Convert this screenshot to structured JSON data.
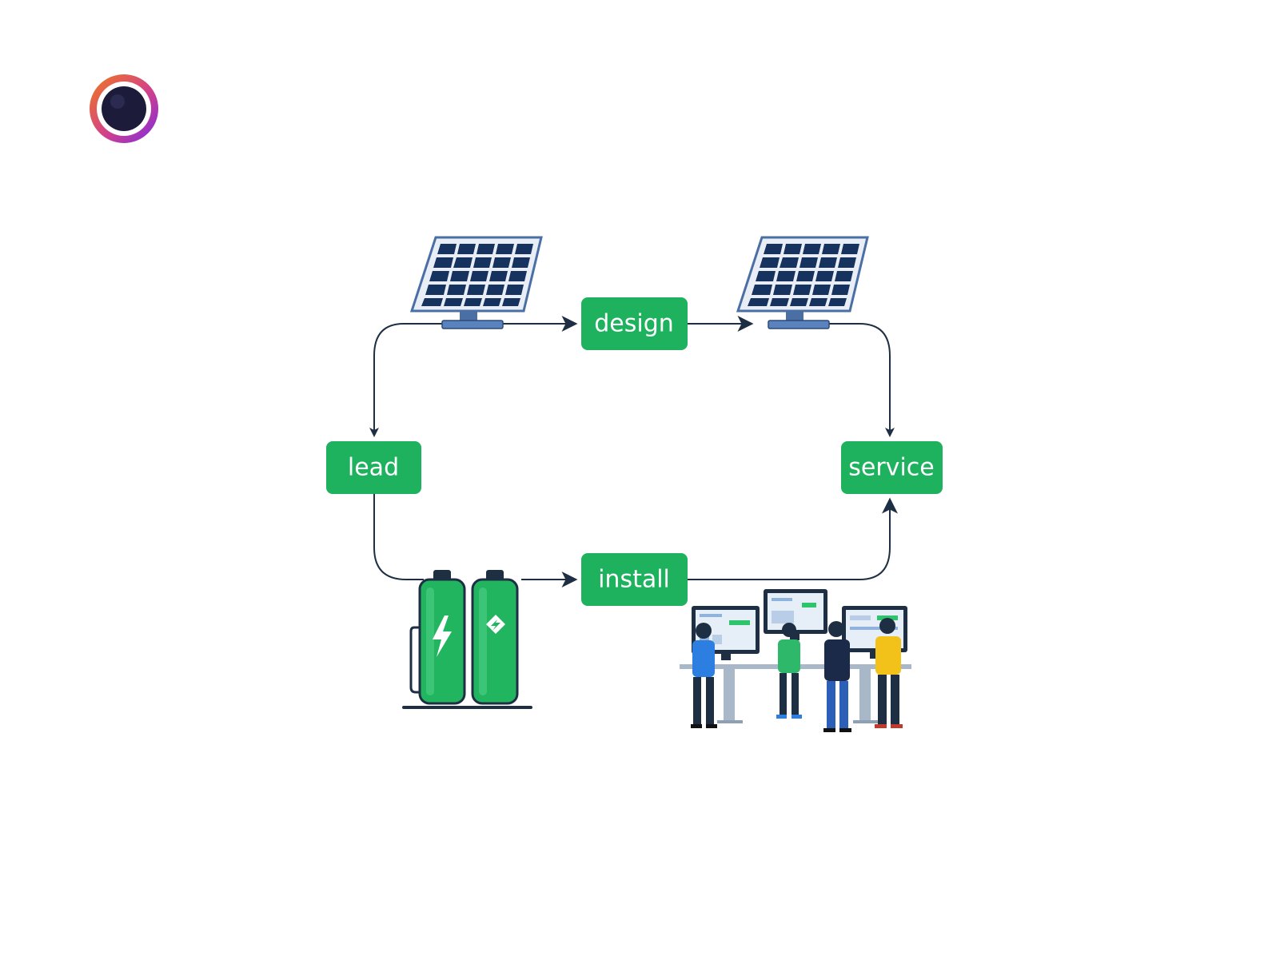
{
  "logo": {
    "icon": "ring-logo-icon",
    "colors": {
      "outer_a": "#f07a1a",
      "outer_b": "#8a2be2",
      "inner": "#1c1b3a"
    }
  },
  "diagram": {
    "colors": {
      "node_fill": "#1fb25e",
      "node_text": "#ffffff",
      "connector": "#1e2f44",
      "panel_cell": "#16335f",
      "panel_frame": "#4a6fa5",
      "battery": "#22b55f"
    },
    "nodes": {
      "design": "design",
      "lead": "lead",
      "service": "service",
      "install": "install"
    },
    "icons": [
      "solar-panel-icon",
      "battery-tanks-icon",
      "team-at-computers-icon"
    ]
  }
}
